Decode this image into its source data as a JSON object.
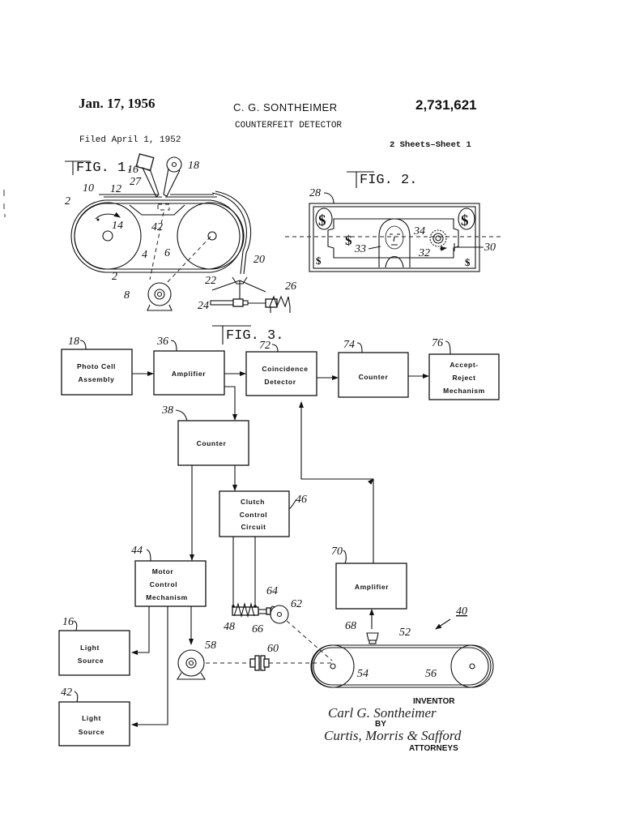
{
  "header": {
    "date": "Jan. 17, 1956",
    "inventor": "C. G. SONTHEIMER",
    "patent_number": "2,731,621",
    "title": "COUNTERFEIT DETECTOR",
    "filed": "Filed April 1, 1952",
    "sheets": "2 Sheets–Sheet 1"
  },
  "figures": {
    "fig1": {
      "label": "FIG. 1.",
      "refs": [
        "16",
        "18",
        "27",
        "10",
        "12",
        "2",
        "14",
        "42",
        "4",
        "6",
        "2",
        "8",
        "20",
        "22",
        "24",
        "26"
      ]
    },
    "fig2": {
      "label": "FIG. 2.",
      "refs": [
        "28",
        "34",
        "33",
        "32",
        "30"
      ],
      "symbol": "$"
    },
    "fig3": {
      "label": "FIG. 3.",
      "blocks": [
        {
          "id": "photo-cell",
          "ref": "18",
          "lines": [
            "Photo Cell",
            "Assembly"
          ]
        },
        {
          "id": "amplifier-36",
          "ref": "36",
          "lines": [
            "Amplifier"
          ]
        },
        {
          "id": "coincidence-detector",
          "ref": "72",
          "lines": [
            "Coincidence",
            "Detector"
          ]
        },
        {
          "id": "counter-74",
          "ref": "74",
          "lines": [
            "Counter"
          ]
        },
        {
          "id": "accept-reject",
          "ref": "76",
          "lines": [
            "Accept-",
            "Reject",
            "Mechanism"
          ]
        },
        {
          "id": "counter-38",
          "ref": "38",
          "lines": [
            "Counter"
          ]
        },
        {
          "id": "clutch-control",
          "ref": "46",
          "lines": [
            "Clutch",
            "Control",
            "Circuit"
          ]
        },
        {
          "id": "motor-control",
          "ref": "44",
          "lines": [
            "Motor",
            "Control",
            "Mechanism"
          ]
        },
        {
          "id": "amplifier-70",
          "ref": "70",
          "lines": [
            "Amplifier"
          ]
        },
        {
          "id": "light-source-16",
          "ref": "16",
          "lines": [
            "Light",
            "Source"
          ]
        },
        {
          "id": "light-source-42",
          "ref": "42",
          "lines": [
            "Light",
            "Source"
          ]
        }
      ],
      "part_refs": [
        "64",
        "62",
        "48",
        "66",
        "58",
        "60",
        "68",
        "52",
        "40",
        "54",
        "56"
      ]
    }
  },
  "signature": {
    "inventor_caption": "INVENTOR",
    "inventor_name": "Carl G. Sontheimer",
    "by": "BY",
    "attorneys_name": "Curtis, Morris & Safford",
    "attorneys_caption": "ATTORNEYS"
  }
}
